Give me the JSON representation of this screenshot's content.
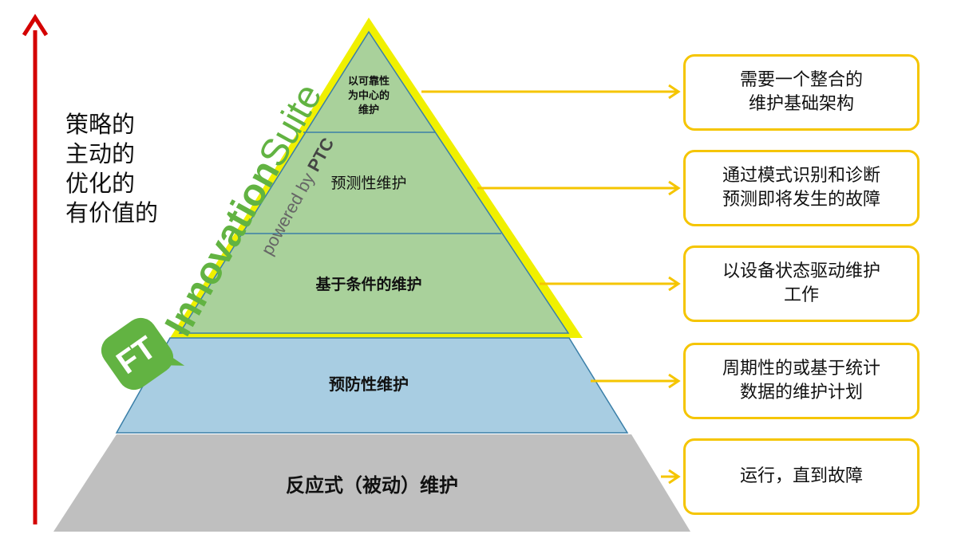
{
  "axis_label": [
    "策略的",
    "主动的",
    "优化的",
    "有价值的"
  ],
  "levels": [
    {
      "label": "以可靠性\n为中心的\n维护",
      "box": "需要一个整合的\n维护基础架构"
    },
    {
      "label": "预测性维护",
      "box": "通过模式识别和诊断\n预测即将发生的故障"
    },
    {
      "label": "基于条件的维护",
      "box": "以设备状态驱动维护\n工作"
    },
    {
      "label": "预防性维护",
      "box": "周期性的或基于统计\n数据的维护计划"
    },
    {
      "label": "反应式（被动）维护",
      "box": "运行，直到故障"
    }
  ],
  "brand": {
    "bold": "Innovation",
    "light": "Suite",
    "powered": "powered by",
    "company": "PTC",
    "logo": "FT"
  },
  "colors": {
    "axis_arrow": "#d40000",
    "green": "#a9d19b",
    "blue": "#a8cde2",
    "gray": "#bfbfbf",
    "pyramid_outline": "#f0f000",
    "connector": "#f5c500",
    "brand_green": "#62b342"
  }
}
